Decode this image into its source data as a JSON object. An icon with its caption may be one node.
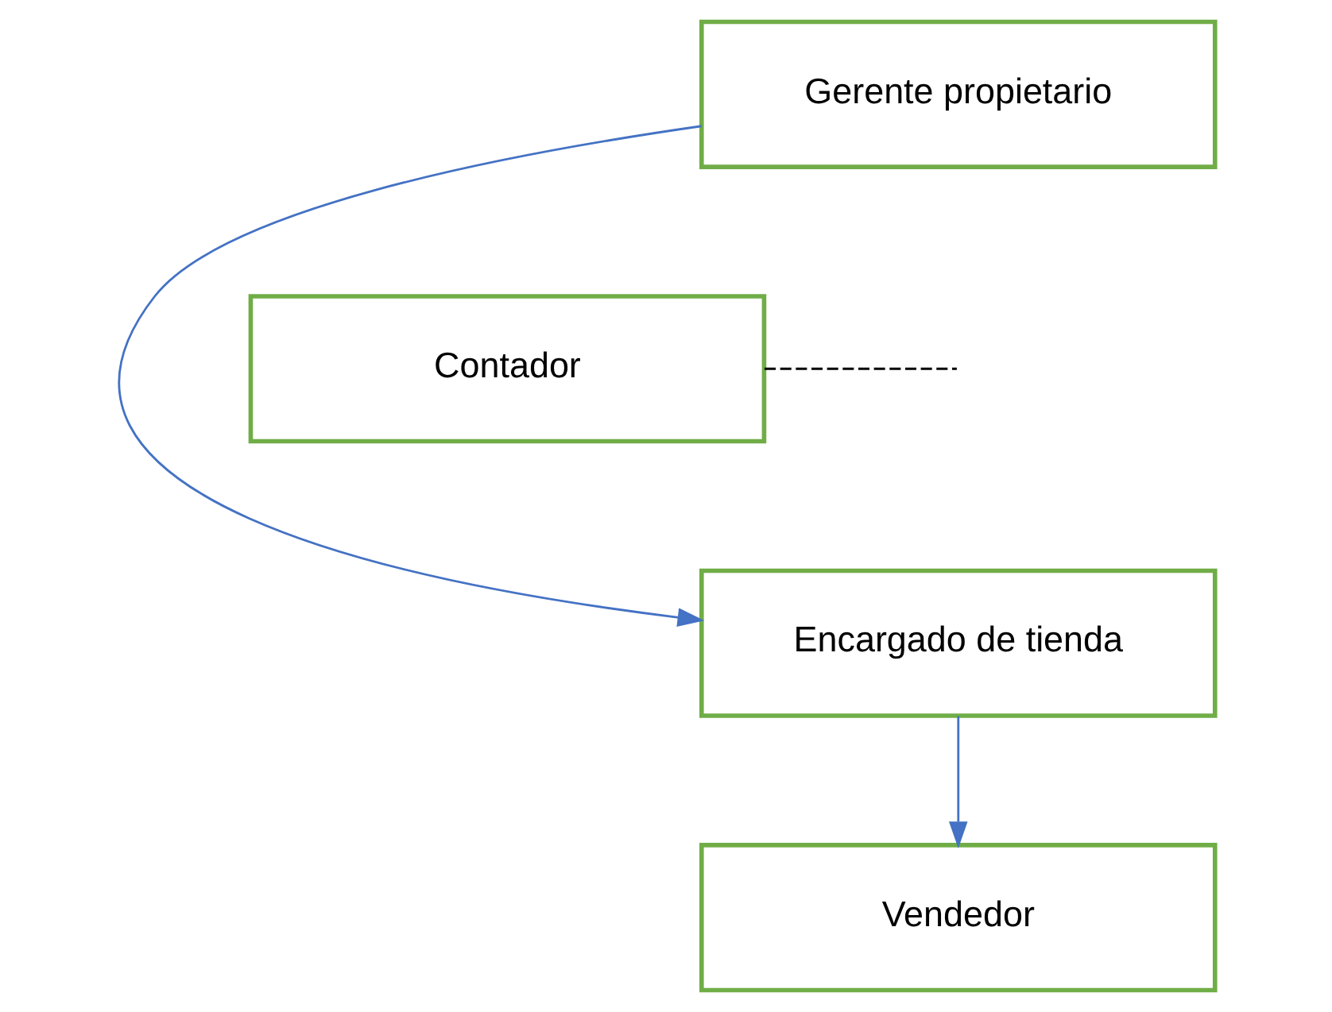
{
  "diagram": {
    "nodes": [
      {
        "text": [
          "Gerente propietario"
        ]
      },
      {
        "text": [
          "Encargado de tienda"
        ]
      },
      {
        "text": [
          "Vendedor"
        ]
      },
      {
        "text": [
          "Contador"
        ]
      }
    ],
    "edges": [
      {
        "from": 0,
        "to": 1,
        "arrow": "to"
      },
      {
        "from": 1,
        "to": 2,
        "arrow": "to"
      },
      {
        "from": 3,
        "to": null,
        "arrow": "none",
        "style": "dashed",
        "color": "#000000"
      }
    ]
  }
}
